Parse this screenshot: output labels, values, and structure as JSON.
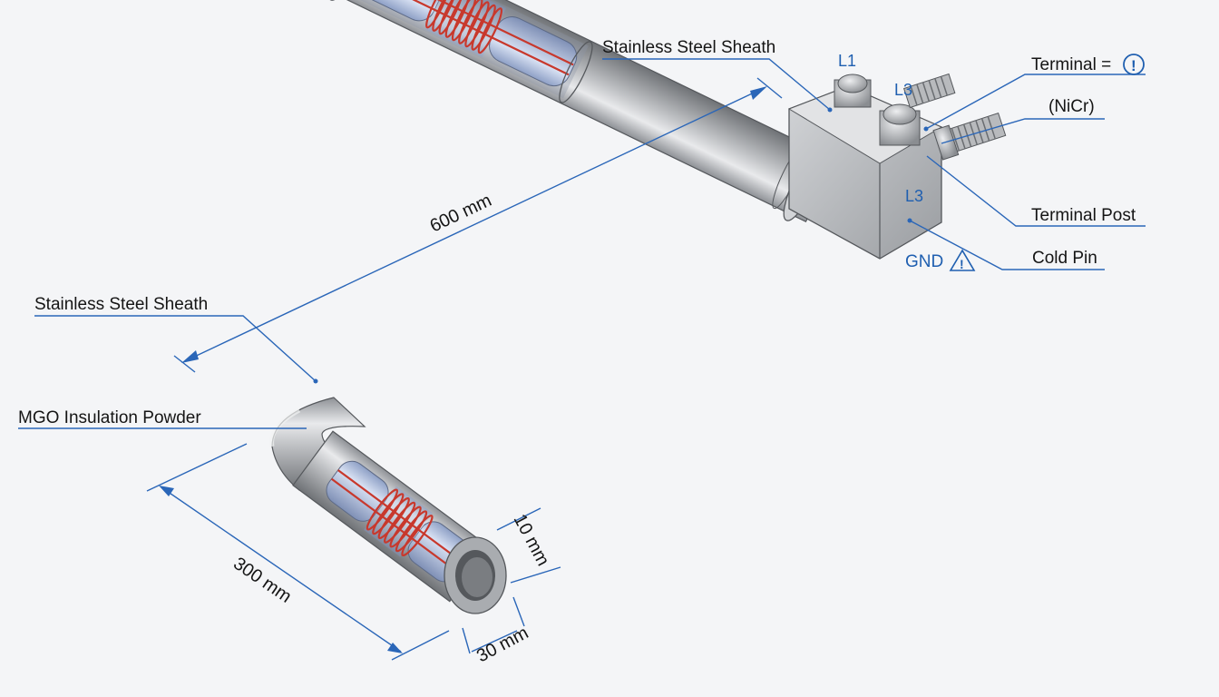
{
  "labels": {
    "sheath_top": "Stainless Steel Sheath",
    "sheath_left": "Stainless Steel Sheath",
    "mgo": "MGO Insulation Powder",
    "terminal": "Terminal =",
    "terminal_symbol": "!",
    "nicr": "(NiCr)",
    "terminal_post": "Terminal Post",
    "cold_pin": "Cold Pin",
    "l1": "L1",
    "l3_top": "L3",
    "l3_mid": "L3",
    "gnd": "GND",
    "gnd_symbol": "!"
  },
  "dimensions": {
    "long": "600 mm",
    "short": "300 mm",
    "wall": "10 mm",
    "diameter": "30 mm"
  },
  "colors": {
    "accent": "#1f5fb0",
    "heating_coil": "#c8382c",
    "insulation": "#b9c8e6",
    "steel": "#b4b6b9"
  }
}
